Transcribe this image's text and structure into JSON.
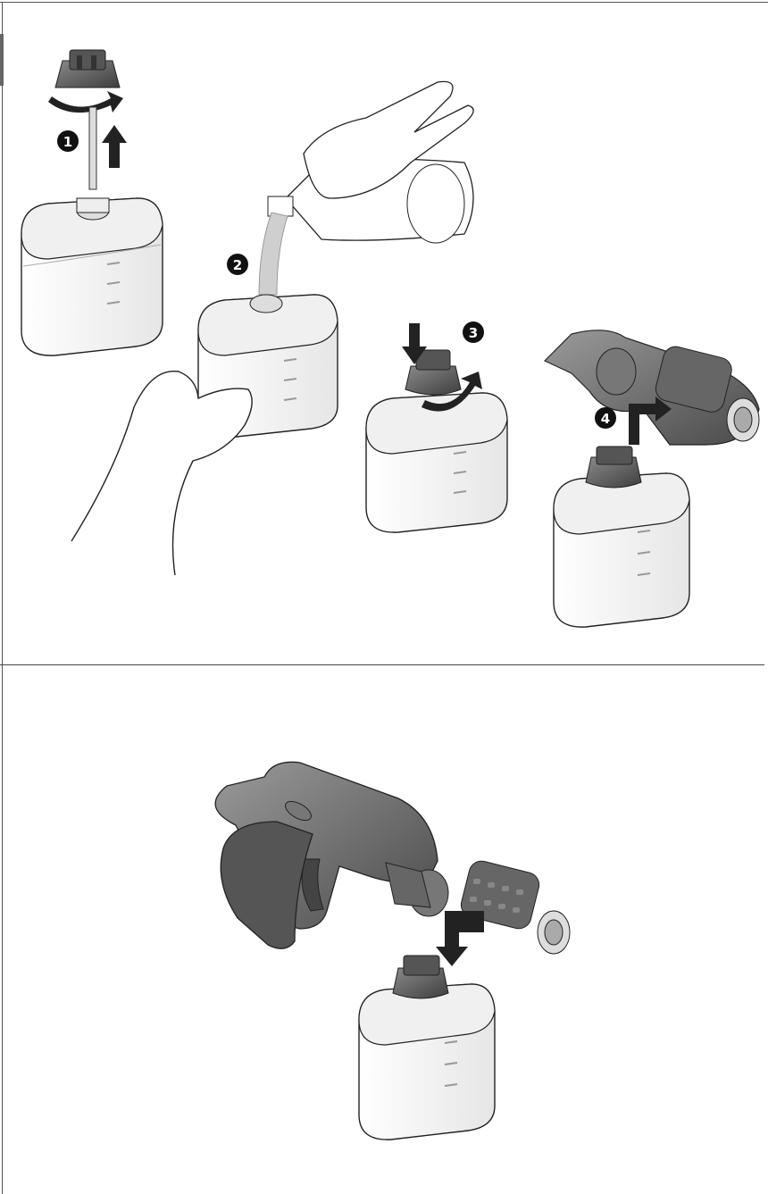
{
  "steps": {
    "step1": "1",
    "step2": "2",
    "step3": "3",
    "step4": "4"
  },
  "colors": {
    "line": "#222222",
    "cap": "#5a5a5a",
    "tank_top": "#f2f2f2",
    "tank_body": "#ffffff",
    "gun": "#6e6e6e"
  }
}
